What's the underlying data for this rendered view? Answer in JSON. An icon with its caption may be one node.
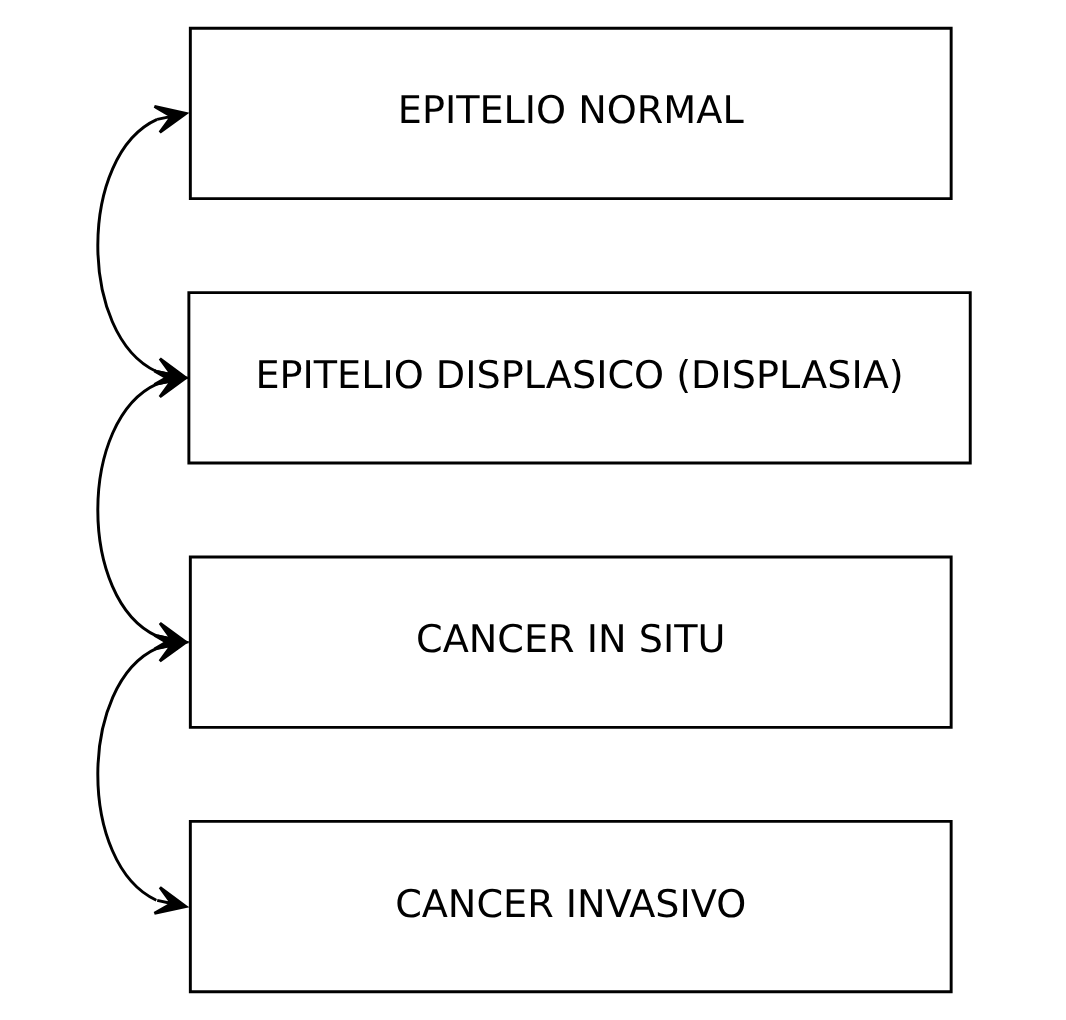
{
  "diagram": {
    "nodes": [
      {
        "text": [
          "EPITELIO NORMAL"
        ]
      },
      {
        "text": [
          "EPITELIO DISPLASICO (DISPLASIA)"
        ]
      },
      {
        "text": [
          "CANCER IN SITU"
        ]
      },
      {
        "text": [
          "CANCER INVASIVO"
        ]
      }
    ],
    "edges": [
      {
        "from": 0,
        "to": 1,
        "arrow": "both"
      },
      {
        "from": 1,
        "to": 2,
        "arrow": "both"
      },
      {
        "from": 2,
        "to": 3,
        "arrow": "both"
      }
    ]
  }
}
